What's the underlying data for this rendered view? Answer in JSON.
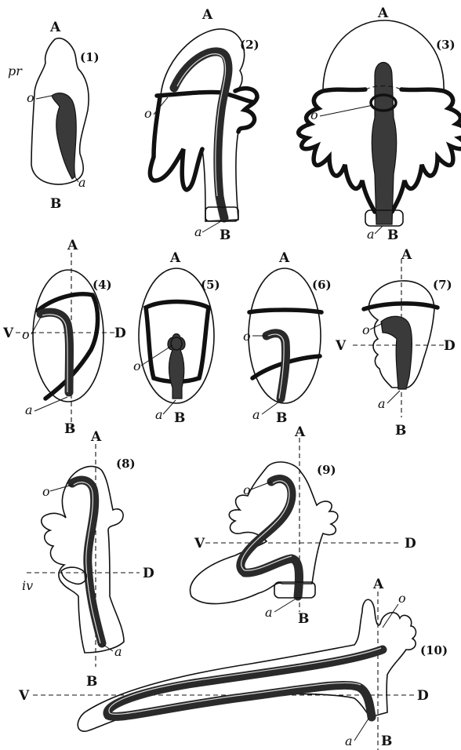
{
  "figures": [
    {
      "id": "1",
      "number": "(1)",
      "labels": {
        "top": "A",
        "bottom": "B",
        "pr": "pr",
        "mouth": "o",
        "anus": "a"
      }
    },
    {
      "id": "2",
      "number": "(2)",
      "labels": {
        "top": "A",
        "bottom": "B",
        "mouth": "o",
        "anus": "a"
      }
    },
    {
      "id": "3",
      "number": "(3)",
      "labels": {
        "top": "A",
        "bottom": "B",
        "mouth": "o",
        "anus": "a"
      }
    },
    {
      "id": "4",
      "number": "(4)",
      "labels": {
        "top": "A",
        "bottom": "B",
        "left": "V",
        "right": "D",
        "mouth": "o",
        "anus": "a"
      }
    },
    {
      "id": "5",
      "number": "(5)",
      "labels": {
        "top": "A",
        "bottom": "B",
        "mouth": "o",
        "anus": "a"
      }
    },
    {
      "id": "6",
      "number": "(6)",
      "labels": {
        "top": "A",
        "bottom": "B",
        "mouth": "o",
        "anus": "a"
      }
    },
    {
      "id": "7",
      "number": "(7)",
      "labels": {
        "top": "A",
        "bottom": "B",
        "left": "V",
        "right": "D",
        "mouth": "o",
        "anus": "a"
      }
    },
    {
      "id": "8",
      "number": "(8)",
      "labels": {
        "top": "A",
        "bottom": "B",
        "right": "D",
        "iv": "iv",
        "mouth": "o",
        "anus": "a"
      }
    },
    {
      "id": "9",
      "number": "(9)",
      "labels": {
        "top": "A",
        "bottom": "B",
        "left": "V",
        "right": "D",
        "mouth": "o",
        "anus": "a"
      }
    },
    {
      "id": "10",
      "number": "(10)",
      "labels": {
        "top": "A",
        "bottom": "B",
        "left": "V",
        "right": "D",
        "mouth": "o",
        "anus": "a"
      }
    }
  ]
}
